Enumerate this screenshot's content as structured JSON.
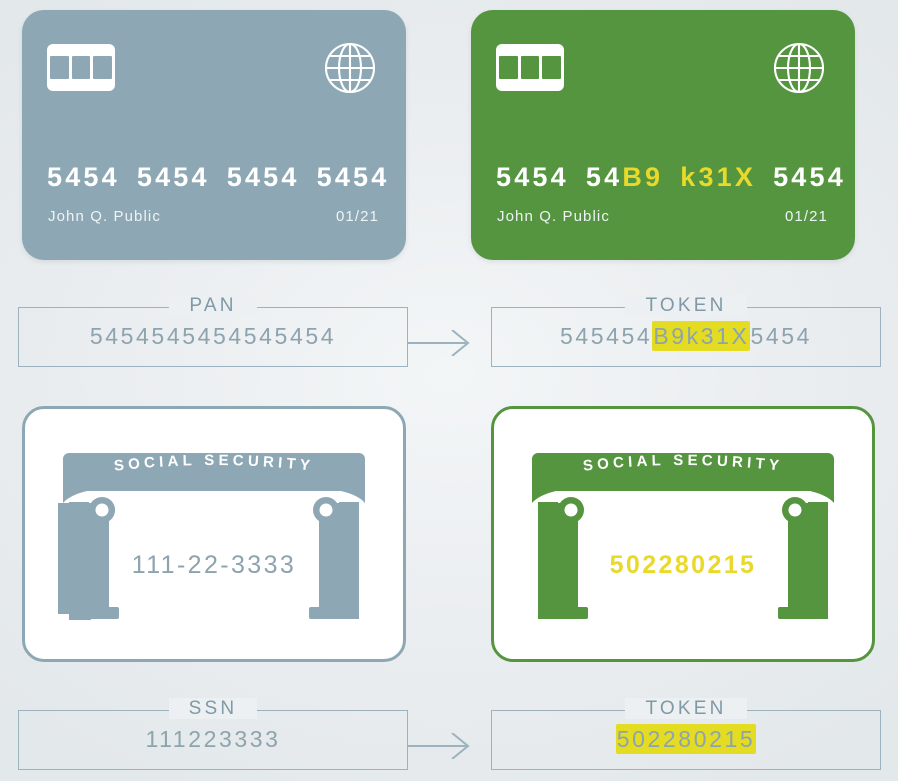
{
  "colors": {
    "grey_card": "#8da8b4",
    "green_card": "#55953f",
    "highlight_yellow": "#e3dc22",
    "token_yellow": "#e8d92a",
    "label_text": "#7f99a6",
    "value_text": "#8da3ae",
    "background": "#edf0f2"
  },
  "left": {
    "credit_card": {
      "chip_icon": "card-chip-icon",
      "globe_icon": "globe-icon",
      "number_groups": [
        "5454",
        "5454",
        "5454",
        "5454"
      ],
      "cardholder_name": "John Q. Public",
      "expiry": "01/21"
    },
    "pan_box": {
      "label": "PAN",
      "value": "5454545454545454"
    },
    "ssn_card": {
      "banner_text": "SOCIAL SECURITY",
      "number": "111-22-3333"
    },
    "ssn_box": {
      "label": "SSN",
      "value": "111223333"
    }
  },
  "right": {
    "credit_card": {
      "chip_icon": "card-chip-icon",
      "globe_icon": "globe-icon",
      "number_groups": [
        {
          "plain": "5454",
          "token": ""
        },
        {
          "plain": "54",
          "token": "B9"
        },
        {
          "plain": "",
          "token": "k31X"
        },
        {
          "plain": "5454",
          "token": ""
        }
      ],
      "cardholder_name": "John Q. Public",
      "expiry": "01/21"
    },
    "token_box_top": {
      "label": "TOKEN",
      "value_prefix": "545454",
      "value_highlight": "B9k31X",
      "value_suffix": "5454"
    },
    "ssn_card": {
      "banner_text": "SOCIAL SECURITY",
      "number": "502280215"
    },
    "token_box_bottom": {
      "label": "TOKEN",
      "value_highlight": "502280215"
    }
  },
  "arrows": {
    "top_arrow_icon": "arrow-right-icon",
    "bottom_arrow_icon": "arrow-right-icon"
  }
}
